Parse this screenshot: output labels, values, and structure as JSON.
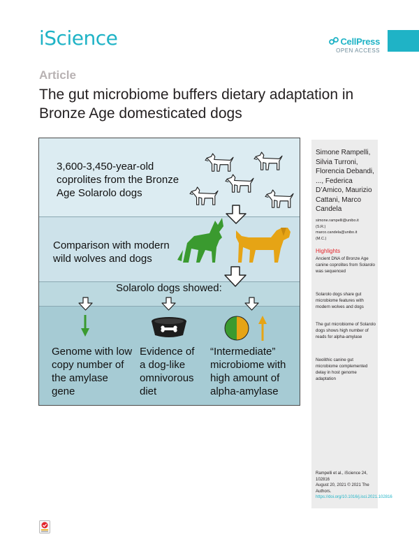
{
  "header": {
    "journal": "iScience",
    "publisher": "CellPress",
    "access": "OPEN ACCESS"
  },
  "article": {
    "type": "Article",
    "title": "The gut microbiome buffers dietary adaptation in Bronze Age domesticated dogs"
  },
  "graphical_abstract": {
    "coprolites_text": "3,600-3,450-year-old coprolites from the Bronze Age Solarolo dogs",
    "comparison_text": "Comparison with modern wild wolves and dogs",
    "showed_text": "Solarolo dogs showed:",
    "finding_genome": "Genome with low copy number of the amylase gene",
    "finding_diet": "Evidence of a dog-like omnivorous diet",
    "finding_microbiome": "“Intermediate” microbiome with high amount of alpha-amylase",
    "colors": {
      "wolf": "#3a9a2f",
      "dog": "#e6a415",
      "green_arrow": "#3a9a2f",
      "orange_arrow": "#e6a415"
    }
  },
  "sidebar": {
    "authors": "Simone Rampelli, Silvia Turroni, Florencia Debandi, ..., Federica D’Amico, Maurizio Cattani, Marco Candela",
    "email_1": "simone.rampelli@unibo.it",
    "email_1_tag": "(S.R.)",
    "email_2": "marco.candela@unibo.it",
    "email_2_tag": "(M.C.)",
    "highlights_heading": "Highlights",
    "highlights": [
      "Ancient DNA of Bronze Age canine coprolites from Solarolo was sequenced",
      "Solarolo dogs share gut microbiome features with modern wolves and dogs",
      "The gut microbiome of Solarolo dogs shows high number of reads for alpha-amylase",
      "Neolithic canine gut microbiome complemented delay in host genome adaptation"
    ],
    "citation": "Rampelli et al., iScience 24, 102816",
    "date_line": "August 20, 2021 © 2021 The Authors.",
    "doi": "https://doi.org/10.1016/j.isci.2021.102816"
  }
}
